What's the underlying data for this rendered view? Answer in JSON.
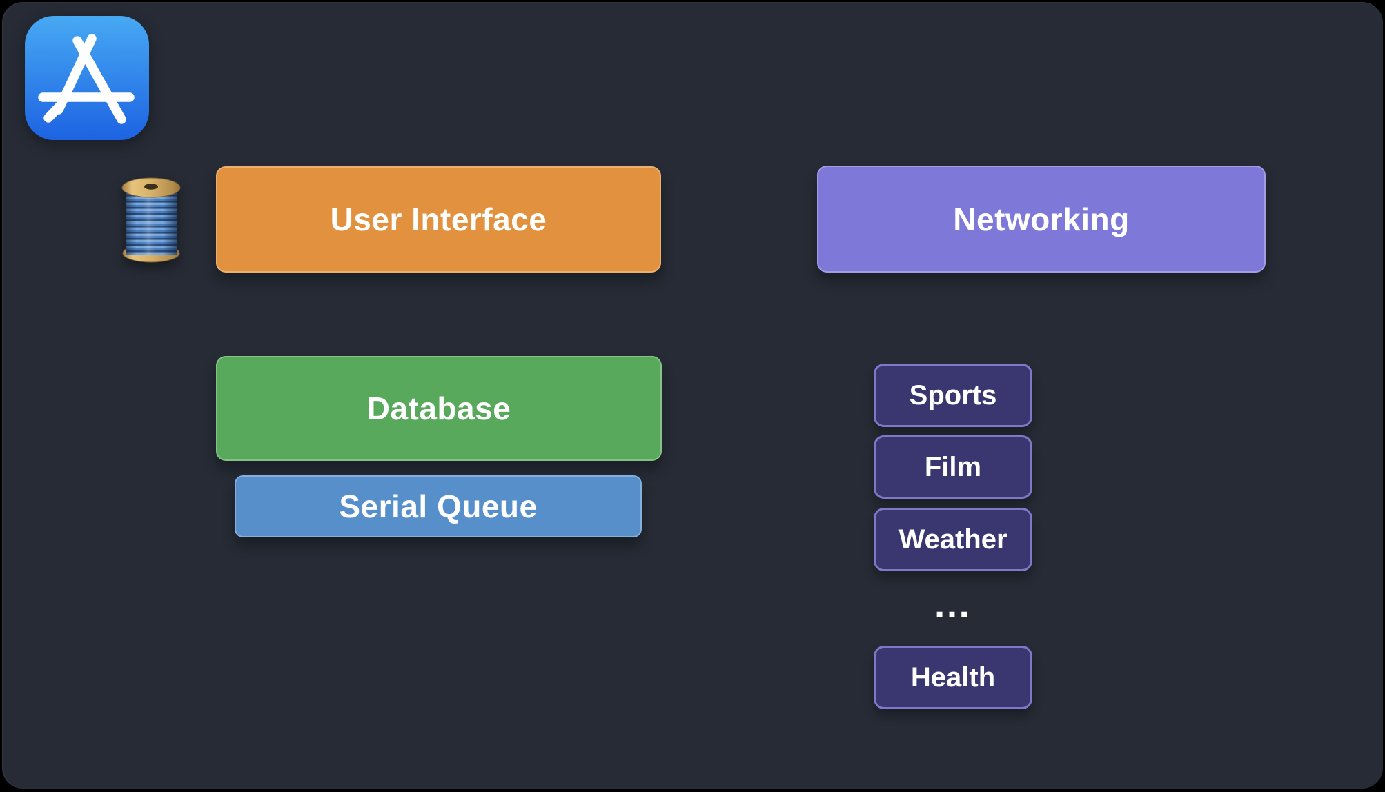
{
  "slide": {
    "background_color": "#262b35",
    "outer_color": "#000000",
    "icons": [
      {
        "name": "app-store-icon",
        "description": "blue App Store app icon with white stick letter A"
      },
      {
        "name": "thread-spool-icon",
        "description": "spool of blue thread emoji"
      }
    ],
    "main_boxes": [
      {
        "id": "user-interface",
        "label": "User Interface",
        "color": "#e2923e"
      },
      {
        "id": "networking",
        "label": "Networking",
        "color": "#7e78d8"
      },
      {
        "id": "database",
        "label": "Database",
        "color": "#58a95c"
      },
      {
        "id": "serial-queue",
        "label": "Serial Queue",
        "color": "#578fcb"
      }
    ],
    "feed_boxes": {
      "fill_color": "#3a3770",
      "border_color": "#7d78c8",
      "items": [
        {
          "label": "Sports"
        },
        {
          "label": "Film"
        },
        {
          "label": "Weather"
        },
        {
          "label": "Health"
        }
      ],
      "ellipsis": "…"
    },
    "text_color": "#ffffff"
  }
}
